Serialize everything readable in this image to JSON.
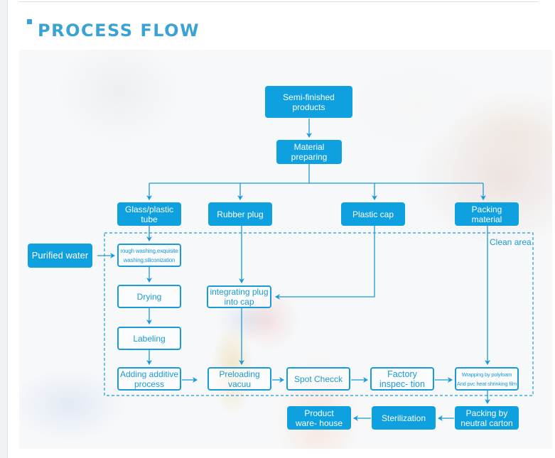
{
  "header": {
    "title": "PROCESS FLOW"
  },
  "colors": {
    "title": "#3aa3d4",
    "box_fill": "#0fa0e0",
    "outline": "#1a9ad6"
  },
  "diagram": {
    "nodes": {
      "semi_finished": "Semi-finished products",
      "material_preparing": "Material preparing",
      "glass_tube": "Glass/plastic tube",
      "rubber_plug": "Rubber plug",
      "plastic_cap": "Plastic cap",
      "packing_material": "Packing material",
      "purified_water": "Purified water",
      "washing_line1": "rough washing,exquisite",
      "washing_line2": "washing,siliconization",
      "drying": "Drying",
      "labeling": "Labeling",
      "adding_additive": "Adding additive process",
      "integrating_plug": "integrating plug into cap",
      "preloading": "Preloading vacuu",
      "spot_check": "Spot Checck",
      "factory_inspection": "Factory inspec- tion",
      "wrapping_line1": "Wrapping by polyfoam",
      "wrapping_line2": "And pvc heat shrinking film",
      "packing_carton": "Packing by neutral carton",
      "sterilization": "Sterilization",
      "product_warehouse": "Product ware- house"
    },
    "region_label": "Clean area",
    "edges": [
      [
        "semi_finished",
        "material_preparing"
      ],
      [
        "material_preparing",
        "glass_tube"
      ],
      [
        "material_preparing",
        "rubber_plug"
      ],
      [
        "material_preparing",
        "plastic_cap"
      ],
      [
        "material_preparing",
        "packing_material"
      ],
      [
        "glass_tube",
        "washing"
      ],
      [
        "purified_water",
        "washing"
      ],
      [
        "washing",
        "drying"
      ],
      [
        "drying",
        "labeling"
      ],
      [
        "labeling",
        "adding_additive"
      ],
      [
        "rubber_plug",
        "integrating_plug"
      ],
      [
        "plastic_cap",
        "integrating_plug"
      ],
      [
        "integrating_plug",
        "preloading"
      ],
      [
        "adding_additive",
        "preloading"
      ],
      [
        "preloading",
        "spot_check"
      ],
      [
        "spot_check",
        "factory_inspection"
      ],
      [
        "factory_inspection",
        "wrapping"
      ],
      [
        "packing_material",
        "wrapping"
      ],
      [
        "wrapping",
        "packing_carton"
      ],
      [
        "packing_carton",
        "sterilization"
      ],
      [
        "sterilization",
        "product_warehouse"
      ]
    ]
  }
}
